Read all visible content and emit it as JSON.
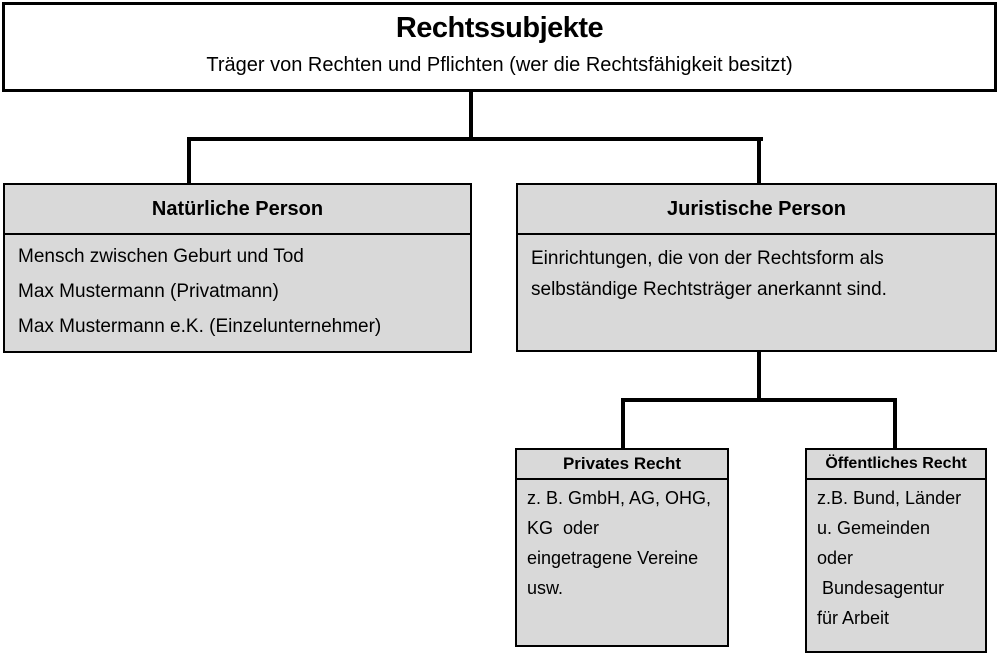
{
  "root": {
    "title": "Rechtssubjekte",
    "subtitle": "Träger von Rechten und Pflichten (wer die Rechtsfähigkeit besitzt)"
  },
  "natuerliche_person": {
    "header": "Natürliche Person",
    "lines": [
      "Mensch zwischen Geburt und Tod",
      "Max Mustermann (Privatmann)",
      "Max Mustermann e.K. (Einzelunternehmer)"
    ]
  },
  "juristische_person": {
    "header": "Juristische Person",
    "lines": [
      "Einrichtungen, die von der Rechtsform als",
      "selbständige Rechtsträger anerkannt sind."
    ]
  },
  "privates_recht": {
    "header": "Privates Recht",
    "lines": [
      "z. B. GmbH, AG, OHG,",
      "KG  oder",
      "eingetragene Vereine",
      "usw."
    ]
  },
  "oeffentliches_recht": {
    "header": "Öffentliches Recht",
    "lines": [
      "z.B. Bund, Länder",
      "u. Gemeinden",
      "oder",
      " Bundesagentur",
      "für Arbeit"
    ]
  },
  "colors": {
    "box_fill": "#d9d9d9",
    "line": "#000000",
    "background": "#ffffff"
  }
}
